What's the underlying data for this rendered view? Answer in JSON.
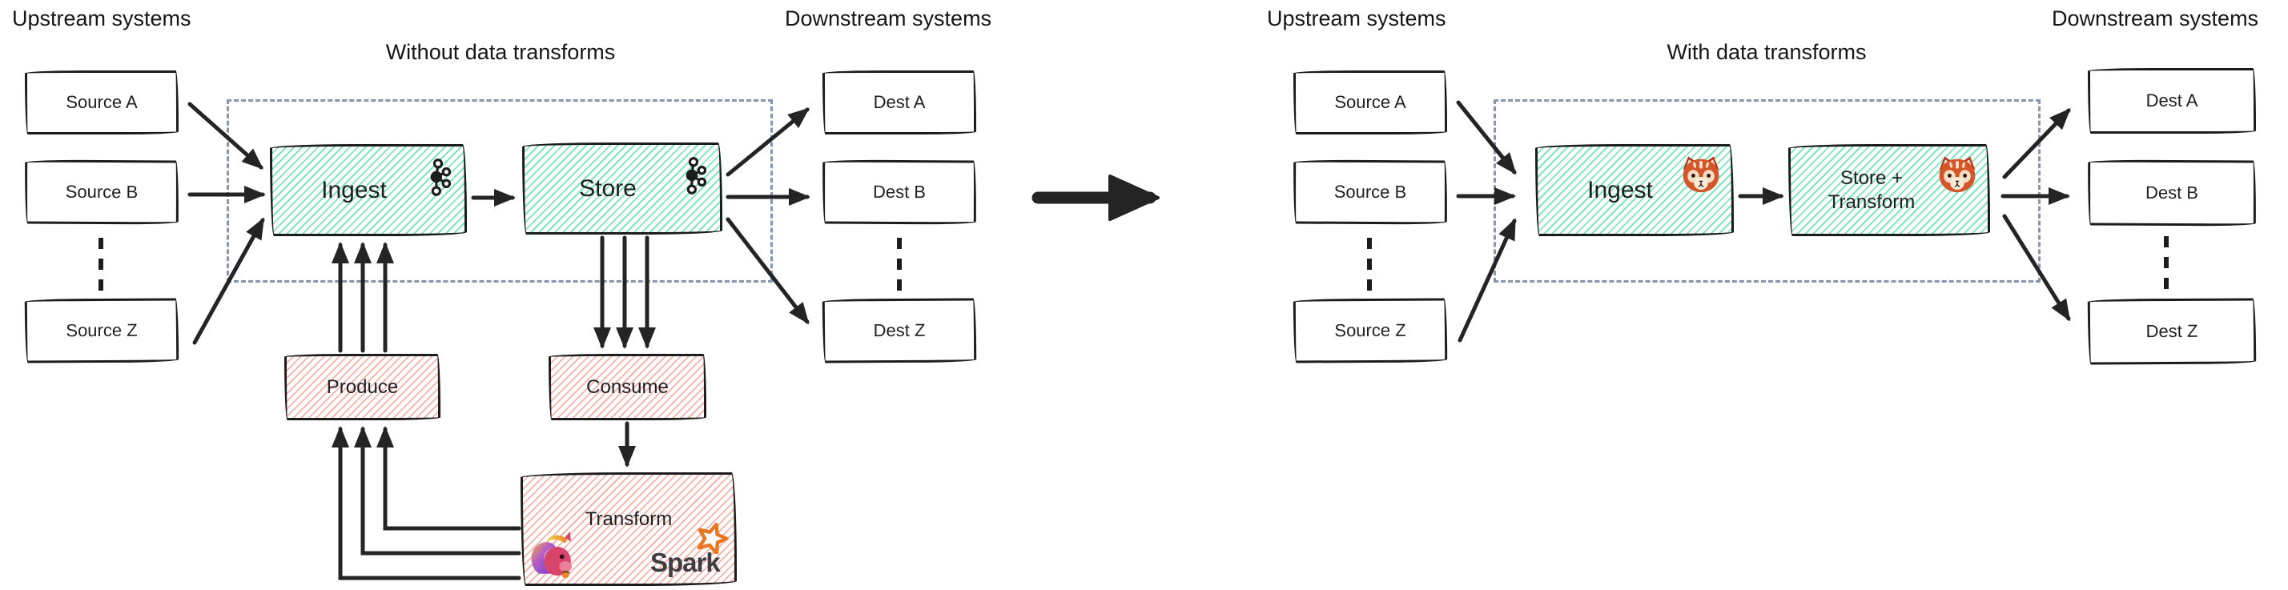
{
  "palette": {
    "teal_hatch": "#7fe7c0",
    "pink_hatch": "#f6b2aa",
    "box_border": "#1c1c1c",
    "dashed_border": "#8795b1",
    "arrow": "#242424",
    "spark_orange": "#e87722",
    "text": "#1f1f1f"
  },
  "left": {
    "upstream_label": "Upstream systems",
    "downstream_label": "Downstream systems",
    "title": "Without data transforms",
    "sources": [
      "Source A",
      "Source B",
      "Source Z"
    ],
    "dests": [
      "Dest A",
      "Dest B",
      "Dest Z"
    ],
    "ingest_label": "Ingest",
    "store_label": "Store",
    "produce_label": "Produce",
    "consume_label": "Consume",
    "transform_label": "Transform",
    "spark_label": "Spark",
    "icons": {
      "kafka": "kafka-logo",
      "flink": "flink-squirrel-logo",
      "spark_star": "spark-star"
    }
  },
  "right": {
    "upstream_label": "Upstream systems",
    "downstream_label": "Downstream systems",
    "title": "With data transforms",
    "sources": [
      "Source A",
      "Source B",
      "Source Z"
    ],
    "dests": [
      "Dest A",
      "Dest B",
      "Dest Z"
    ],
    "ingest_label": "Ingest",
    "store_transform_line1": "Store +",
    "store_transform_line2": "Transform",
    "icons": {
      "redpanda": "redpanda-logo"
    }
  }
}
